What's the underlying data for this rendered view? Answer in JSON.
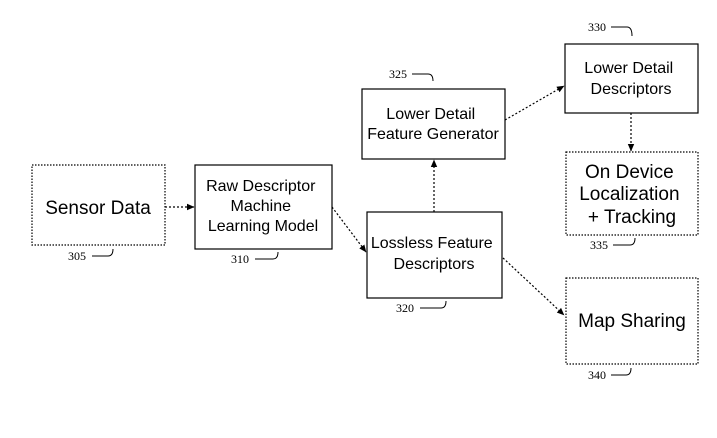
{
  "nodes": {
    "sensor_data": {
      "lines": [
        "Sensor Data"
      ],
      "ref": "305"
    },
    "raw_descriptor_model": {
      "lines": [
        "Raw Descriptor",
        "Machine",
        "Learning Model"
      ],
      "ref": "310"
    },
    "lossless_descriptors": {
      "lines": [
        "Lossless Feature",
        "Descriptors"
      ],
      "ref": "320"
    },
    "lower_detail_generator": {
      "lines": [
        "Lower Detail",
        "Feature Generator"
      ],
      "ref": "325"
    },
    "lower_detail_descriptors": {
      "lines": [
        "Lower Detail",
        "Descriptors"
      ],
      "ref": "330"
    },
    "on_device_localization": {
      "lines": [
        "On Device",
        "Localization",
        "+ Tracking"
      ],
      "ref": "335"
    },
    "map_sharing": {
      "lines": [
        "Map Sharing"
      ],
      "ref": "340"
    }
  },
  "edges": [
    {
      "from": "sensor_data",
      "to": "raw_descriptor_model"
    },
    {
      "from": "raw_descriptor_model",
      "to": "lossless_descriptors"
    },
    {
      "from": "lossless_descriptors",
      "to": "lower_detail_generator"
    },
    {
      "from": "lower_detail_generator",
      "to": "lower_detail_descriptors"
    },
    {
      "from": "lower_detail_descriptors",
      "to": "on_device_localization"
    },
    {
      "from": "lossless_descriptors",
      "to": "map_sharing"
    }
  ]
}
